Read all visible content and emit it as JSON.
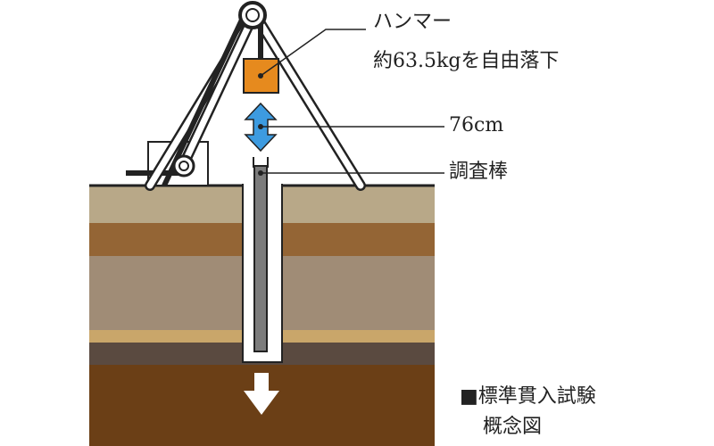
{
  "labels": {
    "hammer": "ハンマー",
    "hammer_desc": "約63.5kgを自由落下",
    "drop_height": "76cm",
    "rod": "調査棒"
  },
  "caption": {
    "line1": "■標準貫入試験",
    "line2": "概念図"
  },
  "colors": {
    "hammer": "#e68a1e",
    "drop_arrow": "#3d9be0",
    "rod": "#7c7c7c",
    "soil_top": "#b8a888",
    "soil_orange": "#946535",
    "soil_gray": "#a08c76",
    "soil_sand": "#c9a66a",
    "soil_dark": "#5a4a40",
    "soil_bottom": "#6b3f16"
  }
}
